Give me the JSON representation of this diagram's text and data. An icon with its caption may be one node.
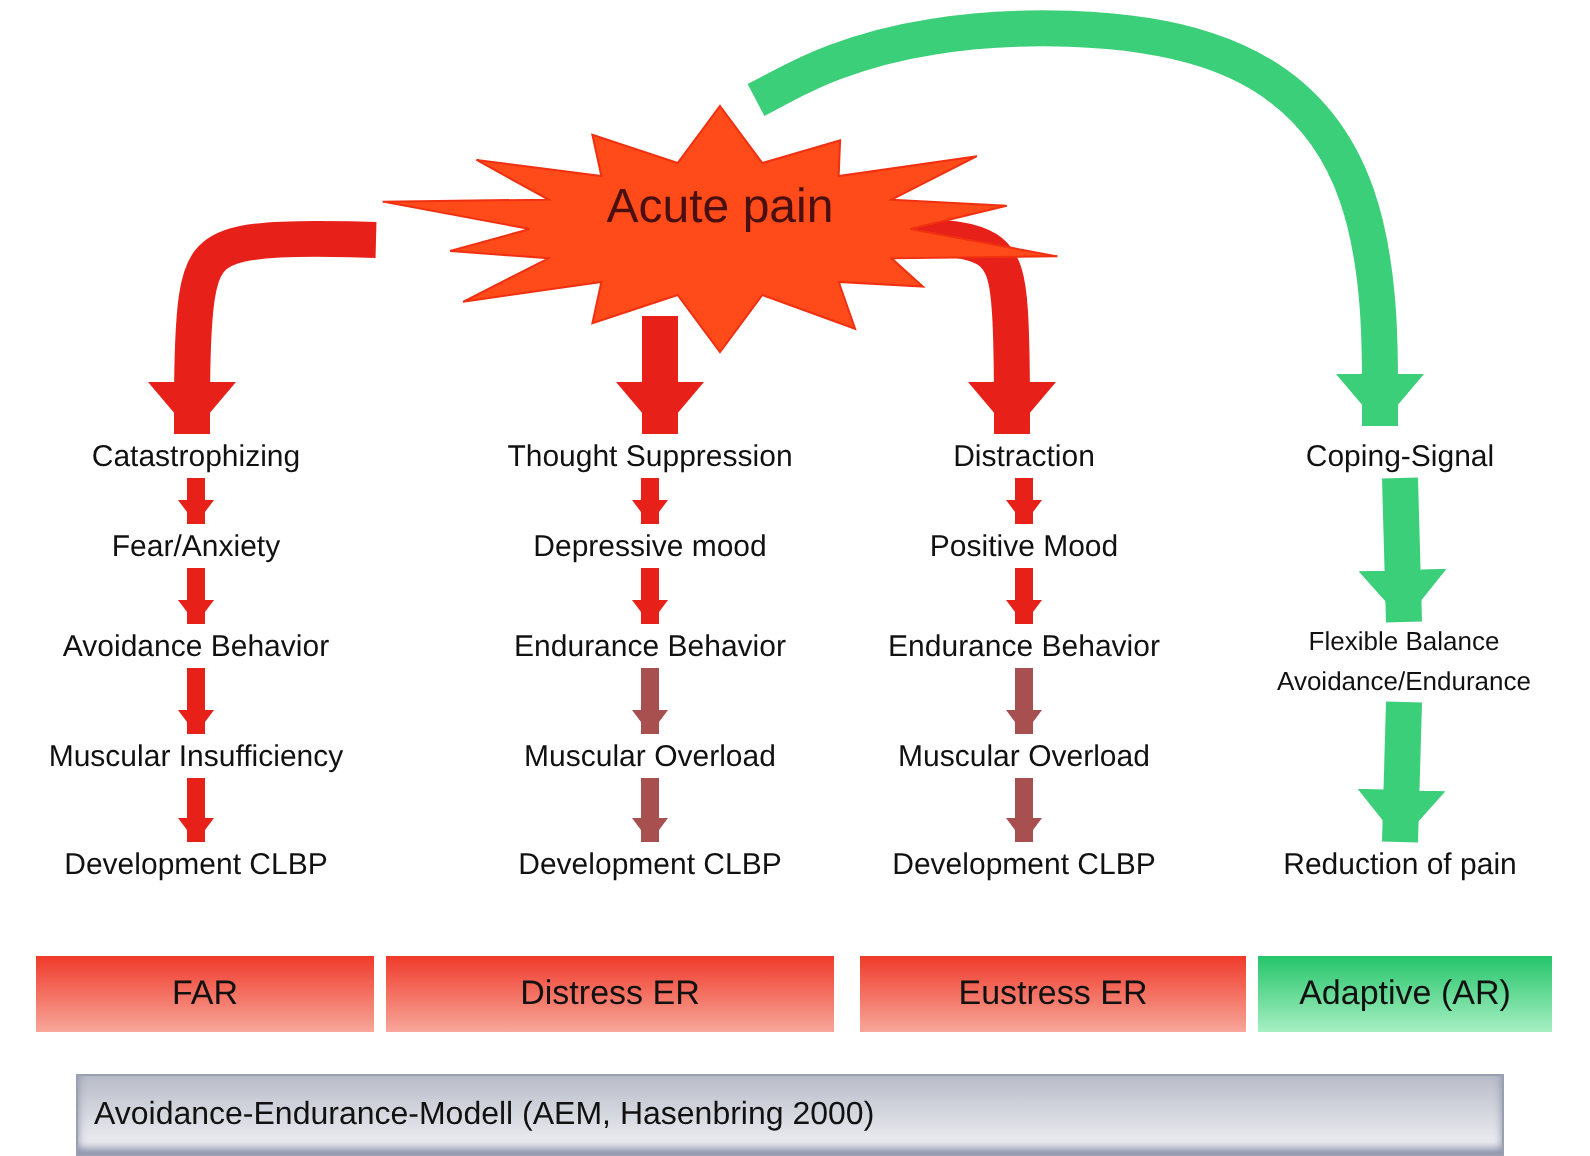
{
  "diagram": {
    "nodes": [
      {
        "text": [
          "Acute pain"
        ]
      },
      {
        "text": [
          "Catastrophizing"
        ]
      },
      {
        "text": [
          "Fear/Anxiety"
        ]
      },
      {
        "text": [
          "Avoidance Behavior"
        ]
      },
      {
        "text": [
          "Muscular Insufficiency"
        ]
      },
      {
        "text": [
          "Development CLBP"
        ]
      },
      {
        "text": [
          "Thought Suppression"
        ]
      },
      {
        "text": [
          "Depressive mood"
        ]
      },
      {
        "text": [
          "Endurance Behavior"
        ]
      },
      {
        "text": [
          "Muscular Overload"
        ]
      },
      {
        "text": [
          "Development CLBP"
        ]
      },
      {
        "text": [
          "Distraction"
        ]
      },
      {
        "text": [
          "Positive Mood"
        ]
      },
      {
        "text": [
          "Endurance Behavior"
        ]
      },
      {
        "text": [
          "Muscular Overload"
        ]
      },
      {
        "text": [
          "Development CLBP"
        ]
      },
      {
        "text": [
          "Coping-Signal"
        ]
      },
      {
        "text": [
          "Flexible Balance Avoidance/Endurance"
        ]
      },
      {
        "text": [
          "Reduction of pain"
        ]
      },
      {
        "text": [
          "FAR"
        ]
      },
      {
        "text": [
          "Distress ER"
        ]
      },
      {
        "text": [
          "Eustress ER"
        ]
      },
      {
        "text": [
          "Adaptive (AR)"
        ]
      },
      {
        "text": [
          "Avoidance-Endurance-Modell (AEM, Hasenbring 2000)"
        ]
      }
    ],
    "edges": [
      {
        "from": 0,
        "to": 1,
        "arrow": "to",
        "style": "thick"
      },
      {
        "from": 0,
        "to": 6,
        "arrow": "to",
        "style": "thick"
      },
      {
        "from": 0,
        "to": 11,
        "arrow": "to",
        "style": "thick"
      },
      {
        "from": 0,
        "to": 16,
        "arrow": "to",
        "style": "thick",
        "color": "#3ccf7a"
      },
      {
        "from": 1,
        "to": 2,
        "arrow": "to"
      },
      {
        "from": 2,
        "to": 3,
        "arrow": "to"
      },
      {
        "from": 3,
        "to": 4,
        "arrow": "to"
      },
      {
        "from": 4,
        "to": 5,
        "arrow": "to"
      },
      {
        "from": 6,
        "to": 7,
        "arrow": "to"
      },
      {
        "from": 7,
        "to": 8,
        "arrow": "to"
      },
      {
        "from": 8,
        "to": 9,
        "arrow": "to",
        "color": "#a85050"
      },
      {
        "from": 9,
        "to": 10,
        "arrow": "to",
        "color": "#a85050"
      },
      {
        "from": 11,
        "to": 12,
        "arrow": "to"
      },
      {
        "from": 12,
        "to": 13,
        "arrow": "to"
      },
      {
        "from": 13,
        "to": 14,
        "arrow": "to",
        "color": "#a85050"
      },
      {
        "from": 14,
        "to": 15,
        "arrow": "to",
        "color": "#a85050"
      },
      {
        "from": 16,
        "to": 17,
        "arrow": "to",
        "style": "thick",
        "color": "#3ccf7a"
      },
      {
        "from": 17,
        "to": 18,
        "arrow": "to",
        "style": "thick",
        "color": "#3ccf7a"
      }
    ]
  }
}
